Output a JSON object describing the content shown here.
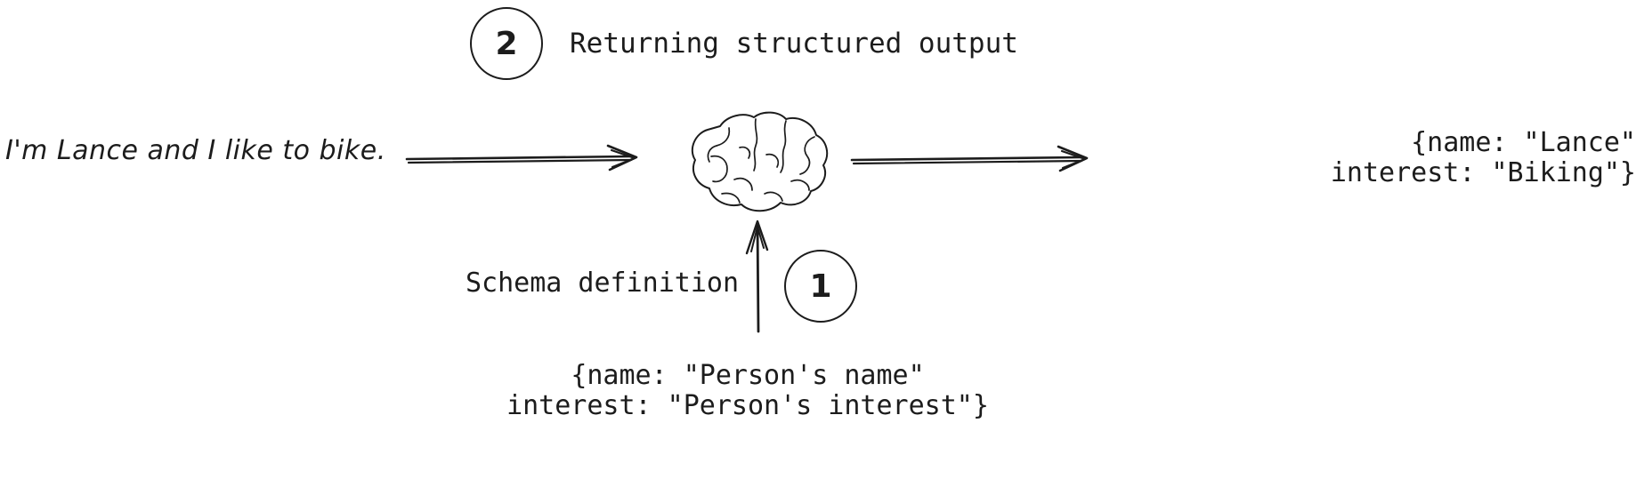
{
  "diagram": {
    "title_step2": {
      "badge": "2",
      "label": "Returning structured output"
    },
    "title_step1": {
      "badge": "1",
      "label": "Schema definition"
    },
    "input": {
      "text": "I'm Lance and I like to bike."
    },
    "output": {
      "text": "{name: \"Lance\"\ninterest: \"Biking\"}"
    },
    "schema": {
      "text": "{name: \"Person's name\"\ninterest: \"Person's interest\"}"
    },
    "model": {
      "icon": "brain-icon"
    },
    "colors": {
      "ink": "#1c1c1c",
      "background": "#ffffff"
    }
  }
}
